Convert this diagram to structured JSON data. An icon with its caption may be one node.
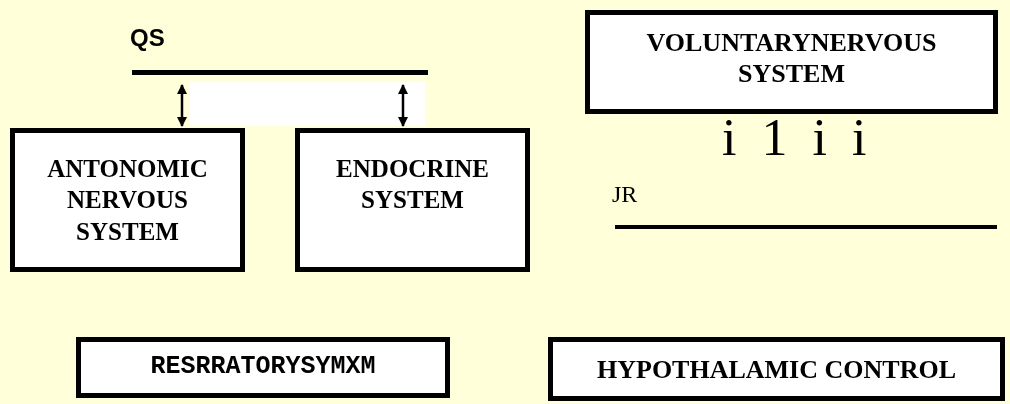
{
  "diagram": {
    "nodes": [
      {
        "text": [],
        "shape": "bar",
        "beside": [
          "QS"
        ]
      },
      {
        "text": [
          "ANTONOMIC NERVOUS SYSTEM"
        ]
      },
      {
        "text": [
          "ENDOCRINE SYSTEM"
        ]
      },
      {
        "text": [
          "VOLUNTARYNERVOUS SYSTEM"
        ]
      },
      {
        "text": [
          "RESRRATORYSYMXM"
        ]
      },
      {
        "text": [
          "HYPOTHALAMIC CONTROL"
        ]
      }
    ],
    "edges": [
      {
        "from": 0,
        "to": 1,
        "arrow": "both"
      },
      {
        "from": 0,
        "to": 2,
        "arrow": "both"
      }
    ],
    "labels": [
      "i 1 i i",
      "JR"
    ]
  }
}
